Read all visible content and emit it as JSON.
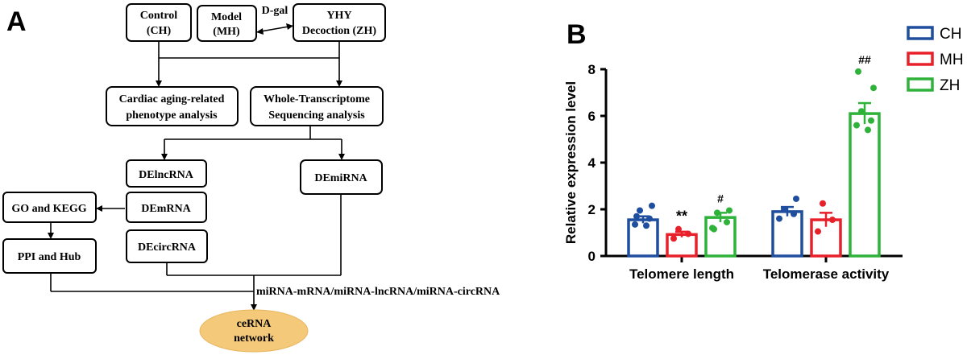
{
  "panels": {
    "a_label": "A",
    "b_label": "B"
  },
  "flowchart": {
    "control": [
      "Control",
      "(CH)"
    ],
    "model": [
      "Model",
      "(MH)"
    ],
    "dgal": "D-gal",
    "yhy": [
      "YHY",
      "Decoction (ZH)"
    ],
    "cardiac": [
      "Cardiac aging-related",
      "phenotype analysis"
    ],
    "whole": [
      "Whole-Transcriptome",
      "Sequencing analysis"
    ],
    "delnc": "DElncRNA",
    "demrna": "DEmRNA",
    "decirc": "DEcircRNA",
    "demirna": "DEmiRNA",
    "go": "GO and KEGG",
    "ppi": "PPI and Hub",
    "mirna_label": "miRNA-mRNA/miRNA-lncRNA/miRNA-circRNA",
    "cerna": [
      "ceRNA",
      "network"
    ]
  },
  "chart_data": {
    "type": "bar",
    "title": "",
    "xlabel": "",
    "ylabel": "Relative expression level",
    "ylim": [
      0,
      8
    ],
    "yticks": [
      0,
      2,
      4,
      6,
      8
    ],
    "categories": [
      "Telomere length",
      "Telomerase activity"
    ],
    "grid": false,
    "legend_position": "top-right",
    "error_bars": "SEM",
    "series": [
      {
        "name": "CH",
        "color": "#1f4e9e",
        "values": [
          1.55,
          1.9
        ],
        "errors": [
          0.15,
          0.2
        ],
        "points": [
          [
            1.35,
            1.6,
            1.95,
            2.15,
            1.7,
            1.3
          ],
          [
            1.6,
            1.8,
            2.0,
            2.45
          ]
        ],
        "annotations": [
          "",
          ""
        ]
      },
      {
        "name": "MH",
        "color": "#e8202a",
        "values": [
          0.92,
          1.55
        ],
        "errors": [
          0.12,
          0.3
        ],
        "points": [
          [
            0.75,
            0.95,
            1.15
          ],
          [
            1.05,
            1.55,
            2.25
          ]
        ],
        "annotations": [
          "**",
          ""
        ]
      },
      {
        "name": "ZH",
        "color": "#2eb23a",
        "values": [
          1.65,
          6.1
        ],
        "errors": [
          0.2,
          0.45
        ],
        "points": [
          [
            1.2,
            1.45,
            1.85,
            1.95,
            1.15
          ],
          [
            5.6,
            5.8,
            6.2,
            7.2,
            7.9,
            5.4
          ]
        ],
        "annotations": [
          "#",
          "##"
        ]
      }
    ]
  }
}
